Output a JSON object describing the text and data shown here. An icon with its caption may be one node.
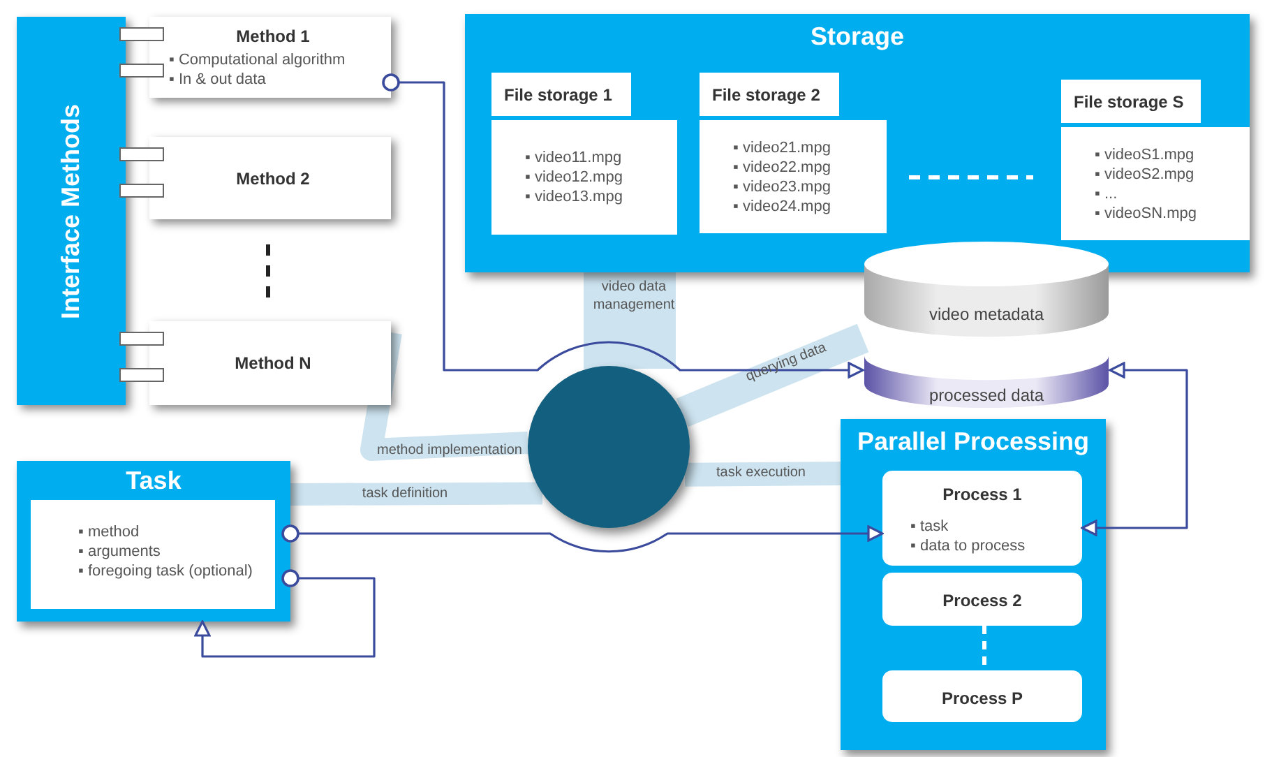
{
  "diagram": {
    "nodes": [
      {
        "text": [
          "Interface Methods"
        ]
      },
      {
        "text": [
          "Method 1",
          "▪ Computational algorithm",
          "▪ In & out data"
        ]
      },
      {
        "text": [
          "Method 2"
        ]
      },
      {
        "text": [
          "Method N"
        ]
      },
      {
        "text": [
          "Storage"
        ]
      },
      {
        "text": [
          "File storage 1",
          "▪ video11.mpg",
          "▪ video12.mpg",
          "▪ video13.mpg"
        ],
        "in": 4
      },
      {
        "text": [
          "File storage 2",
          "▪ video21.mpg",
          "▪ video22.mpg",
          "▪ video23.mpg",
          "▪ video24.mpg"
        ],
        "in": 4
      },
      {
        "text": [
          "File storage S",
          "▪ videoS1.mpg",
          "▪ videoS2.mpg",
          "▪ ...",
          "▪ videoSN.mpg"
        ],
        "in": 4
      },
      {
        "text": [
          "video metadata",
          "processed data"
        ]
      },
      {
        "text": [],
        "shape": "circle"
      },
      {
        "text": [
          "Task",
          "▪ method",
          "▪ arguments",
          "▪ foregoing task (optional)"
        ]
      },
      {
        "text": [
          "Parallel Processing"
        ]
      },
      {
        "text": [
          "Process 1",
          "▪ task",
          "▪ data to process"
        ],
        "in": 11
      },
      {
        "text": [
          "Process 2"
        ],
        "in": 11
      },
      {
        "text": [
          "Process P"
        ],
        "in": 11
      }
    ],
    "edges": [
      {
        "from": 9,
        "to": 4,
        "arrow": "none",
        "label": "video data management",
        "style": "thick"
      },
      {
        "from": 9,
        "to": 8,
        "arrow": "none",
        "label": "querying data",
        "style": "thick"
      },
      {
        "from": 9,
        "to": 3,
        "arrow": "none",
        "label": "method implementation",
        "style": "thick"
      },
      {
        "from": 9,
        "to": 10,
        "arrow": "none",
        "label": "task definition",
        "style": "thick"
      },
      {
        "from": 9,
        "to": 11,
        "arrow": "none",
        "label": "task execution",
        "style": "thick"
      },
      {
        "from": 1,
        "to": 8,
        "arrow": "to",
        "color": "#3a4a9c"
      },
      {
        "from": 10,
        "to": 12,
        "arrow": "to",
        "color": "#3a4a9c"
      },
      {
        "from": 12,
        "to": 8,
        "arrow": "both",
        "color": "#3a4a9c"
      },
      {
        "from": 10,
        "to": 10,
        "arrow": "to",
        "color": "#3a4a9c"
      },
      {
        "from": 13,
        "to": 14,
        "arrow": "none",
        "style": "dashed",
        "color": "#ffffff"
      }
    ]
  }
}
